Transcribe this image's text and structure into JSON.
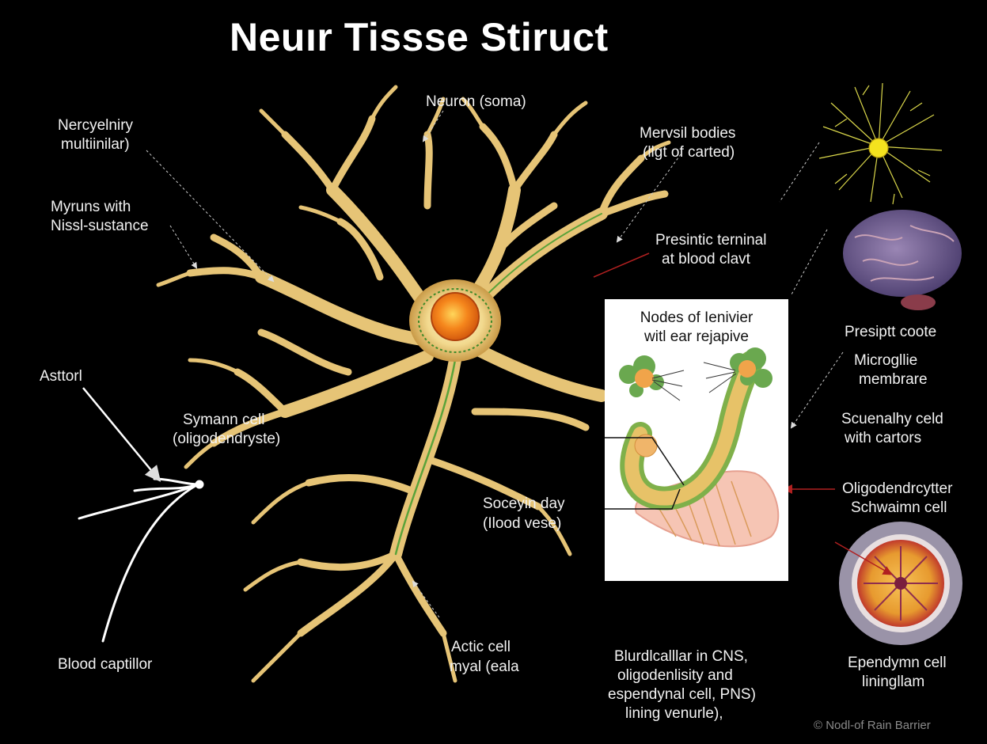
{
  "title": "Neuır Tissse Stiruct",
  "labels": {
    "neuron_soma": "Neuron (soma)",
    "mervsil_1": "Mervsil bodies",
    "mervsil_2": "(llgt of carted)",
    "nercyelniry_1": "Nercyelniry",
    "nercyelniry_2": "multiinilar)",
    "myruns_1": "Myruns with",
    "myruns_2": "Nissl-sustance",
    "presintic_1": "Presintic terninal",
    "presintic_2": "at blood clavt",
    "inset_1": "Nodes of Ienivier",
    "inset_2": "witl ear rejapive",
    "presiptt": "Presiptt coote",
    "microglie_1": "Microgllie",
    "microglie_2": "membrare",
    "scuenalhy_1": "Scuenalhy celd",
    "scuenalhy_2": "with cartors",
    "astrori": "Asttorl",
    "symann_1": "Symann cell",
    "symann_2": "(oligodendryste)",
    "soceyin_1": "Soceyin day",
    "soceyin_2": "(Ilood vese)",
    "oligo_1": "Oligodendrcytter",
    "oligo_2": "Schwaimn cell",
    "blood_cap": "Blood captillor",
    "actic_1": "Actic cell",
    "actic_2": "myal (eala",
    "bottom_1": "Blurdlcalllar in CNS,",
    "bottom_2": "oligodenlisity and",
    "bottom_3": "espendynal cell, PNS)",
    "bottom_4": "lining venurle),",
    "ependymn_1": "Ependymn cell",
    "ependymn_2": "liningllam"
  },
  "credit": "© Nodl-of Rain Barrier",
  "colors": {
    "background": "#000000",
    "neuron": "#e9c77a",
    "nucleus": "#f07a18",
    "myelin_green": "#4f9a34",
    "arrow_red": "#a11b1b"
  }
}
